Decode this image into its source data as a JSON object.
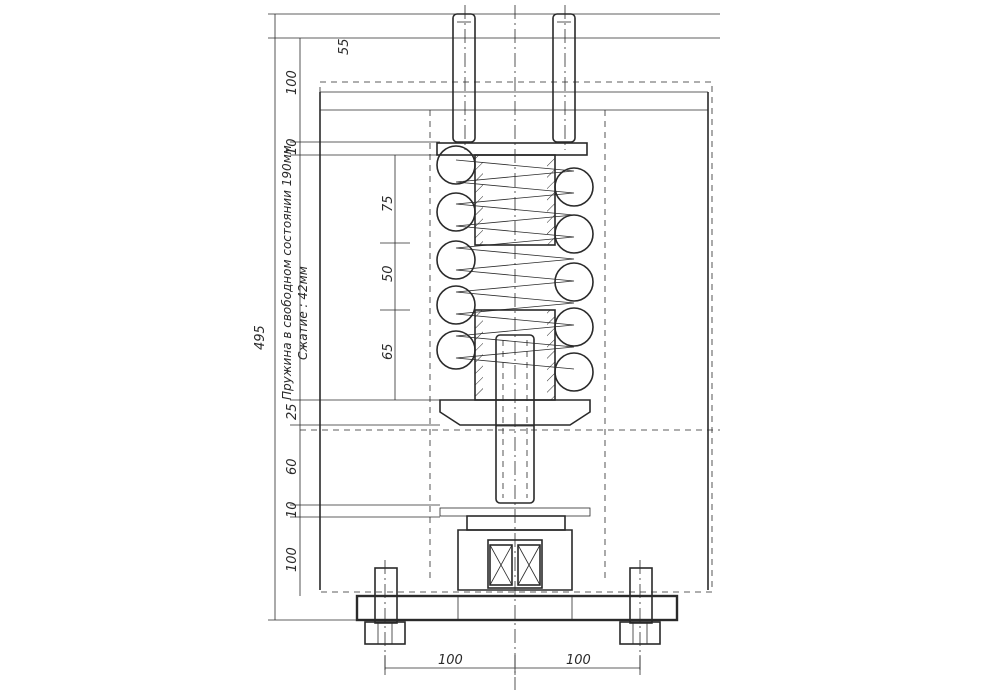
{
  "dimensions": {
    "overall": "495",
    "top_gap": "55",
    "upper_block": "100",
    "plate_upper": "10",
    "spring_upper": "75",
    "spring_mid": "50",
    "spring_lower": "65",
    "washer": "25",
    "rod": "60",
    "plate_lower": "10",
    "base_block": "100",
    "base_left": "100",
    "base_right": "100"
  },
  "note": {
    "line1": "Пружина в свободном состоянии 190мм",
    "line2": "Сжатие : 42мм"
  }
}
